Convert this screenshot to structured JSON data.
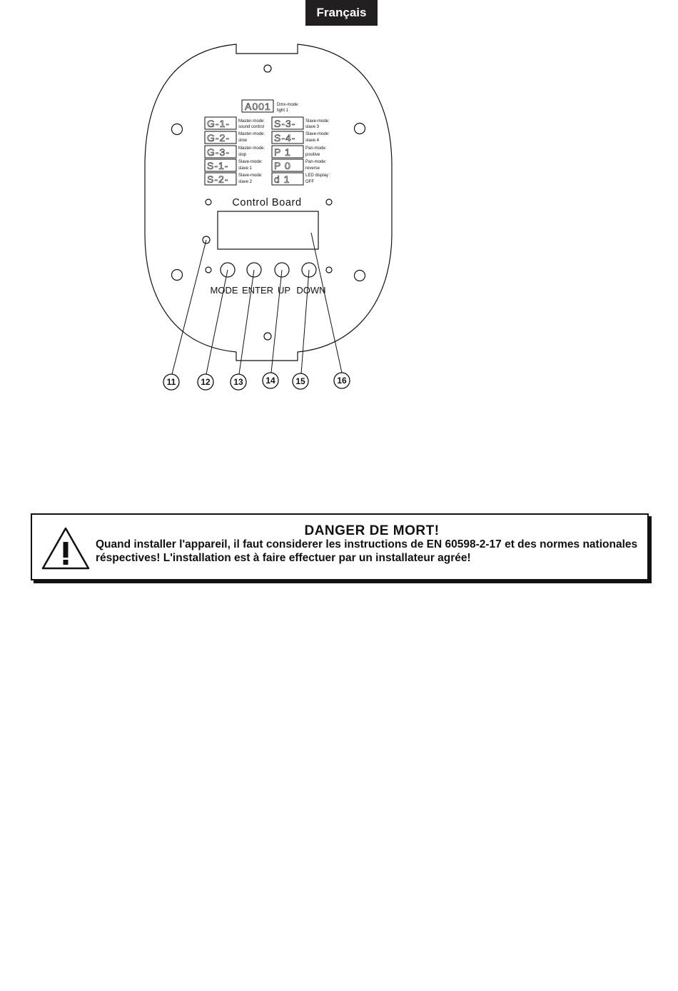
{
  "header": {
    "language_tab": "Français"
  },
  "board": {
    "title": "Control Board",
    "dmx_display": {
      "code": "A001",
      "label_line1": "Dmx-mode:",
      "label_line2": "light 1"
    },
    "left_displays": [
      {
        "code": "G-1-",
        "label_line1": "Master-mode:",
        "label_line2": "sound control"
      },
      {
        "code": "G-2-",
        "label_line1": "Master-mode:",
        "label_line2": "slow"
      },
      {
        "code": "G-3-",
        "label_line1": "Master-mode:",
        "label_line2": "stop"
      },
      {
        "code": "S-1-",
        "label_line1": "Slave-mode:",
        "label_line2": "slave 1"
      },
      {
        "code": "S-2-",
        "label_line1": "Slave-mode:",
        "label_line2": "slave 2"
      }
    ],
    "right_displays": [
      {
        "code": "S-3-",
        "label_line1": "Slave-mode:",
        "label_line2": "slave 3"
      },
      {
        "code": "S-4-",
        "label_line1": "Slave-mode:",
        "label_line2": "slave 4"
      },
      {
        "code": "P  1",
        "label_line1": "Pan-mode:",
        "label_line2": "positive"
      },
      {
        "code": "P  0",
        "label_line1": "Pan-mode:",
        "label_line2": "reverse"
      },
      {
        "code": "d  1",
        "label_line1": "LED display :",
        "label_line2": "OFF"
      }
    ],
    "buttons": [
      "MODE",
      "ENTER",
      "UP",
      "DOWN"
    ],
    "callouts": [
      "11",
      "12",
      "13",
      "14",
      "15",
      "16"
    ]
  },
  "warning": {
    "title": "DANGER DE MORT!",
    "text": "Quand installer l'appareil, il faut considerer les instructions de EN 60598-2-17 et des normes nationales réspectives! L'installation est à faire effectuer par un installateur agrée!",
    "icon": "warning-triangle-icon"
  }
}
